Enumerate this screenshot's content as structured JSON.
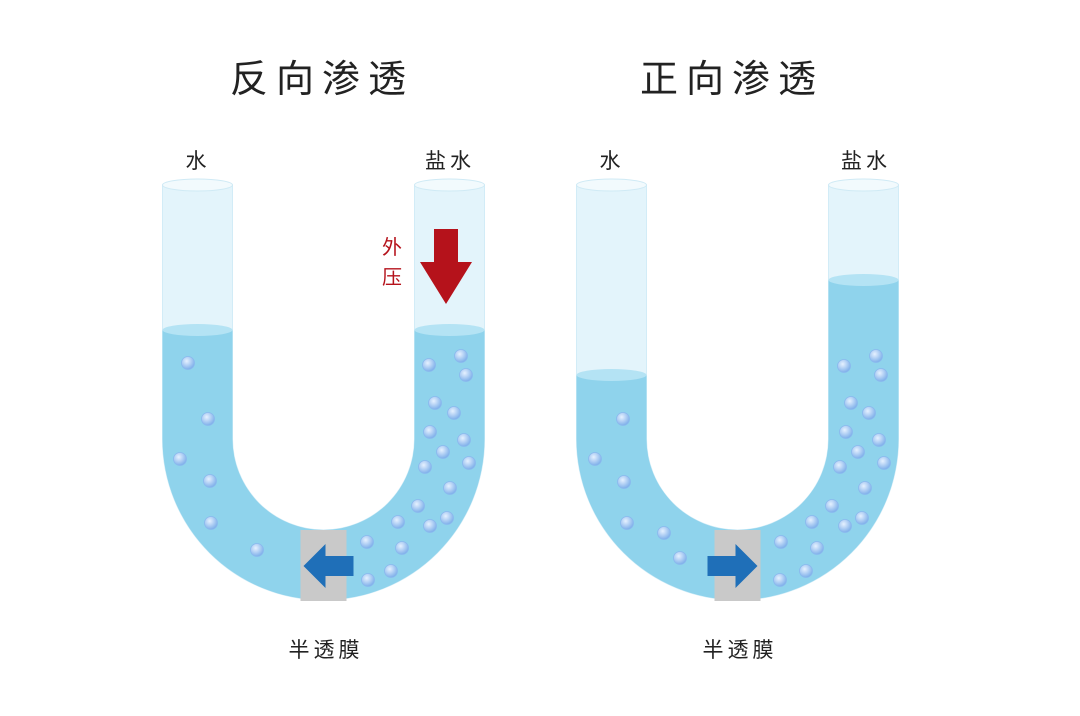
{
  "left_panel": {
    "title": "反向渗透",
    "water_label": "水",
    "salt_water_label": "盐水",
    "pressure_label": "外压",
    "membrane_label": "半透膜",
    "flow_direction": "left"
  },
  "right_panel": {
    "title": "正向渗透",
    "water_label": "水",
    "salt_water_label": "盐水",
    "membrane_label": "半透膜",
    "flow_direction": "right"
  },
  "colors": {
    "water": "#8fd3ec",
    "tube": "#e3f4fb",
    "membrane": "#c9c9c9",
    "flow_arrow": "#1f6fb8",
    "pressure_arrow": "#b5121b",
    "bubble": "#a9ccf2"
  }
}
